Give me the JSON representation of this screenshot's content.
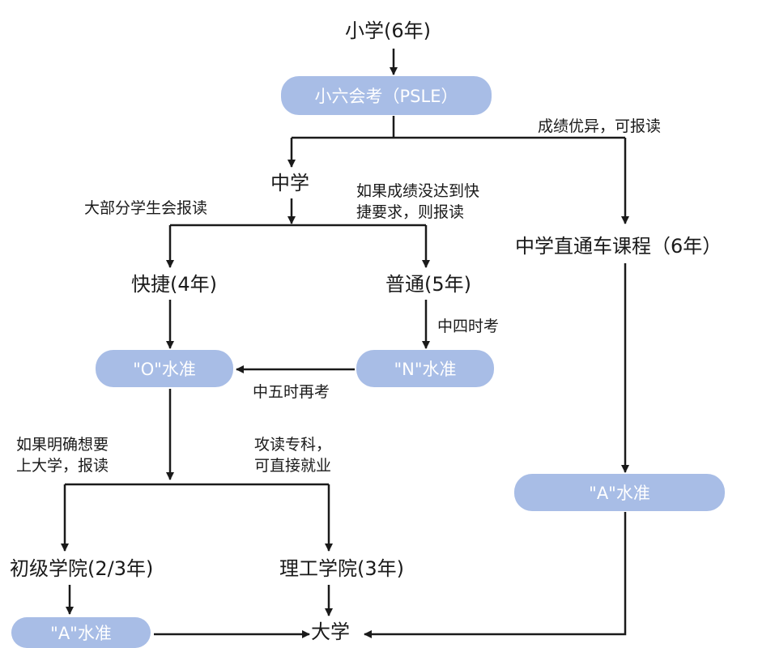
{
  "nodes": {
    "primary": "小学(6年)",
    "psle": "小六会考（PSLE）",
    "secondary": "中学",
    "express": "快捷(4年)",
    "normal": "普通(5年)",
    "o_level": "\"O\"水准",
    "n_level": "\"N\"水准",
    "ip": "中学直通车课程（6年）",
    "a_level_ip": "\"A\"水准",
    "jc": "初级学院(2/3年)",
    "poly": "理工学院(3年)",
    "a_level_jc": "\"A\"水准",
    "university": "大学"
  },
  "labels": {
    "excellent": "成绩优异，可报读",
    "most_students": "大部分学生会报读",
    "not_express_1": "如果成绩没达到快",
    "not_express_2": "捷要求，则报读",
    "sec4_exam": "中四时考",
    "sec5_retake": "中五时再考",
    "univ_intent_1": "如果明确想要",
    "univ_intent_2": "上大学，报读",
    "diploma_1": "攻读专科，",
    "diploma_2": "可直接就业"
  }
}
